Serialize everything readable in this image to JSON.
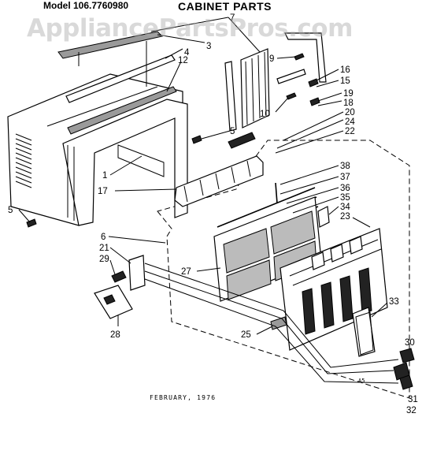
{
  "header": {
    "model": "Model 106.7760980",
    "title": "CABINET PARTS"
  },
  "watermark": "AppliancePartsPros.com",
  "footer": {
    "date": "FEBRUARY, 1976",
    "code": "A5"
  },
  "callouts": [
    {
      "label": "7"
    },
    {
      "label": "3"
    },
    {
      "label": "4"
    },
    {
      "label": "12"
    },
    {
      "label": "9"
    },
    {
      "label": "16"
    },
    {
      "label": "15"
    },
    {
      "label": "19"
    },
    {
      "label": "18"
    },
    {
      "label": "10"
    },
    {
      "label": "20"
    },
    {
      "label": "24"
    },
    {
      "label": "22"
    },
    {
      "label": "5"
    },
    {
      "label": "1"
    },
    {
      "label": "17"
    },
    {
      "label": "38"
    },
    {
      "label": "37"
    },
    {
      "label": "36"
    },
    {
      "label": "35"
    },
    {
      "label": "34"
    },
    {
      "label": "23"
    },
    {
      "label": "5"
    },
    {
      "label": "6"
    },
    {
      "label": "21"
    },
    {
      "label": "29"
    },
    {
      "label": "27"
    },
    {
      "label": "33"
    },
    {
      "label": "28"
    },
    {
      "label": "25"
    },
    {
      "label": "30"
    },
    {
      "label": "31"
    },
    {
      "label": "32"
    }
  ]
}
